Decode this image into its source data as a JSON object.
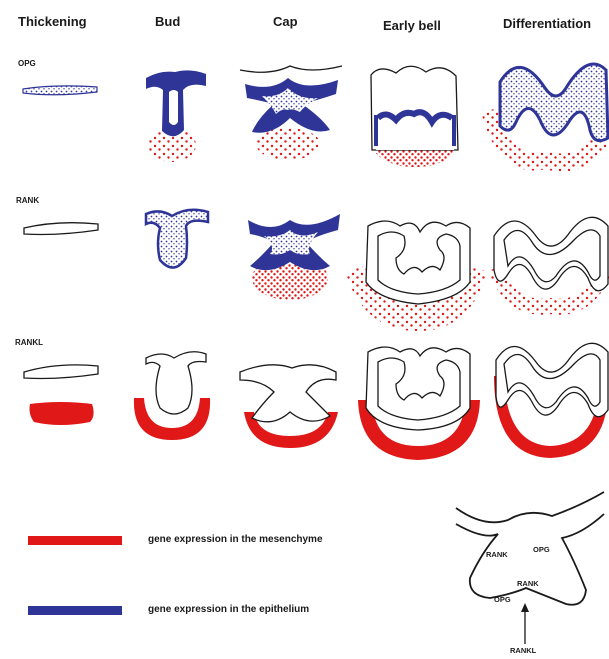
{
  "stages": [
    "Thickening",
    "Bud",
    "Cap",
    "Early bell",
    "Differentiation"
  ],
  "rows": [
    "OPG",
    "RANK",
    "RANKL"
  ],
  "legend": [
    {
      "label": "gene expression in the mesenchyme",
      "color": "#e01818"
    },
    {
      "label": "gene expression in the epithelium",
      "color": "#2e3597"
    }
  ],
  "inset": {
    "labels": [
      "RANK",
      "OPG",
      "RANK",
      "OPG",
      "RANKL"
    ]
  },
  "colors": {
    "mesenchyme": "#e01818",
    "epithelium": "#2e3597",
    "outline": "#1a1a1a"
  }
}
